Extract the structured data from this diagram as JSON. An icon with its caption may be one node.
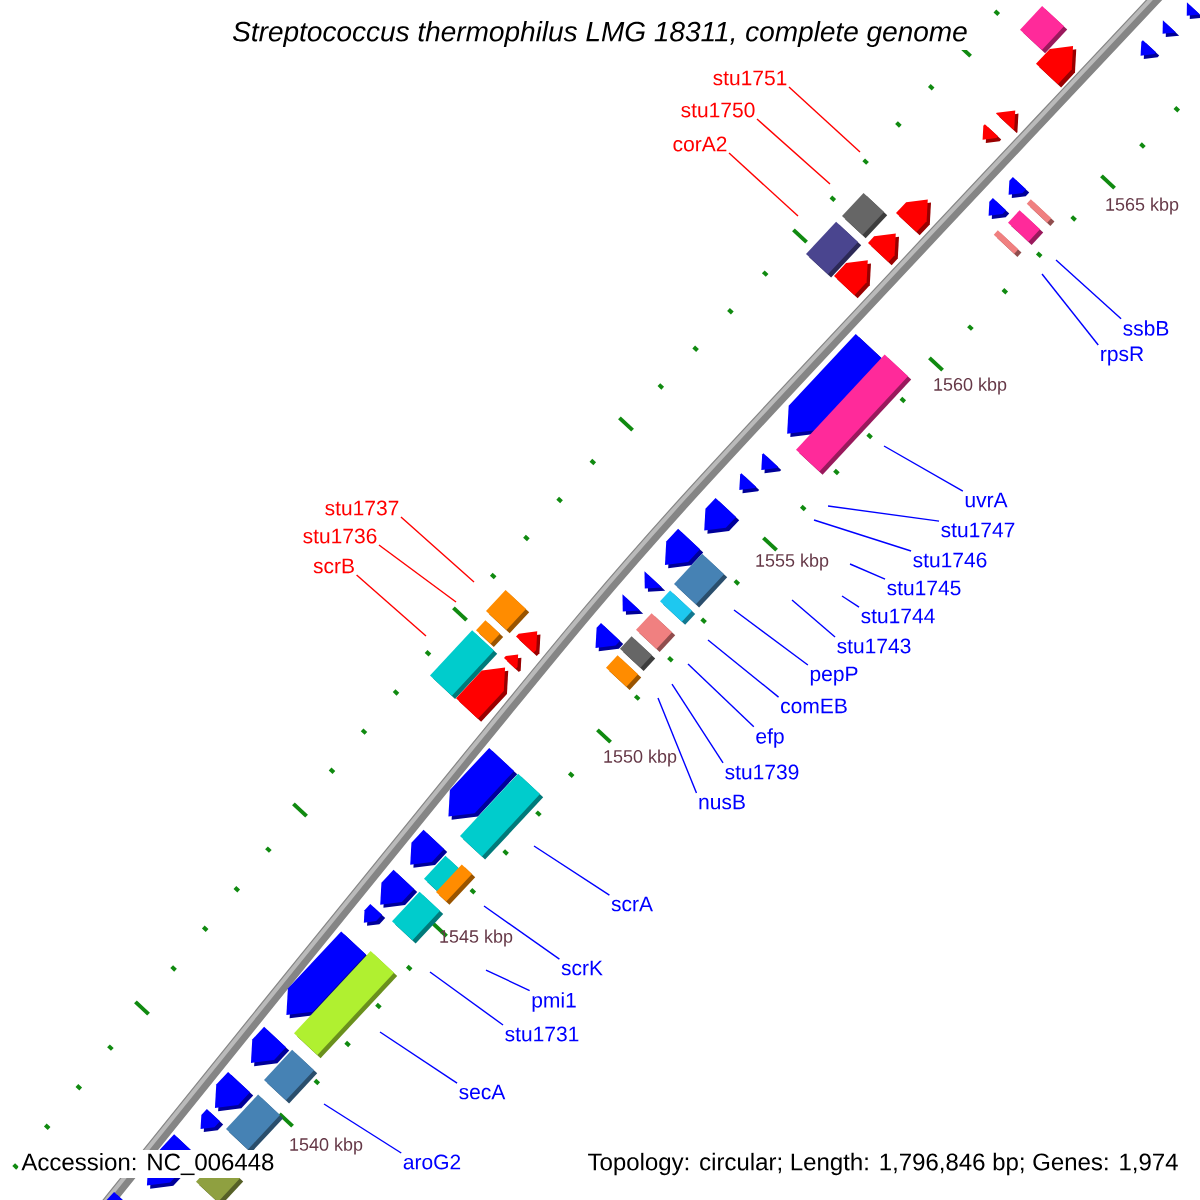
{
  "diagram": {
    "title": "Streptococcus thermophilus LMG 18311, complete genome",
    "nodes": [
      {
        "text": [
          "stu1751"
        ]
      },
      {
        "text": [
          "stu1750"
        ]
      },
      {
        "text": [
          "corA2"
        ]
      },
      {
        "text": [
          "ssbB"
        ]
      },
      {
        "text": [
          "rpsR"
        ]
      },
      {
        "text": [
          "uvrA"
        ]
      },
      {
        "text": [
          "stu1747"
        ]
      },
      {
        "text": [
          "stu1746"
        ]
      },
      {
        "text": [
          "stu1745"
        ]
      },
      {
        "text": [
          "stu1744"
        ]
      },
      {
        "text": [
          "stu1743"
        ]
      },
      {
        "text": [
          "stu1737"
        ]
      },
      {
        "text": [
          "stu1736"
        ]
      },
      {
        "text": [
          "scrB"
        ]
      },
      {
        "text": [
          "pepP"
        ]
      },
      {
        "text": [
          "comEB"
        ]
      },
      {
        "text": [
          "efp"
        ]
      },
      {
        "text": [
          "stu1739"
        ]
      },
      {
        "text": [
          "nusB"
        ]
      },
      {
        "text": [
          "scrA"
        ]
      },
      {
        "text": [
          "scrK"
        ]
      },
      {
        "text": [
          "pmi1"
        ]
      },
      {
        "text": [
          "stu1731"
        ]
      },
      {
        "text": [
          "secA"
        ]
      },
      {
        "text": [
          "aroG2"
        ]
      }
    ],
    "edges": [
      {
        "from": 0,
        "to": null,
        "arrow": "none",
        "color": "#ff0000"
      },
      {
        "from": 1,
        "to": null,
        "arrow": "none",
        "color": "#ff0000"
      },
      {
        "from": 2,
        "to": null,
        "arrow": "none",
        "color": "#ff0000"
      },
      {
        "from": 3,
        "to": null,
        "arrow": "none"
      },
      {
        "from": 4,
        "to": null,
        "arrow": "none"
      },
      {
        "from": 5,
        "to": null,
        "arrow": "none"
      },
      {
        "from": 6,
        "to": null,
        "arrow": "none"
      },
      {
        "from": 7,
        "to": null,
        "arrow": "none"
      },
      {
        "from": 8,
        "to": null,
        "arrow": "none"
      },
      {
        "from": 9,
        "to": null,
        "arrow": "none"
      },
      {
        "from": 10,
        "to": null,
        "arrow": "none"
      },
      {
        "from": 11,
        "to": null,
        "arrow": "none",
        "color": "#ff0000"
      },
      {
        "from": 12,
        "to": null,
        "arrow": "none",
        "color": "#ff0000"
      },
      {
        "from": 13,
        "to": null,
        "arrow": "none",
        "color": "#ff0000"
      },
      {
        "from": 14,
        "to": null,
        "arrow": "none"
      },
      {
        "from": 15,
        "to": null,
        "arrow": "none"
      },
      {
        "from": 16,
        "to": null,
        "arrow": "none"
      },
      {
        "from": 17,
        "to": null,
        "arrow": "none"
      },
      {
        "from": 18,
        "to": null,
        "arrow": "none"
      },
      {
        "from": 19,
        "to": null,
        "arrow": "none"
      },
      {
        "from": 20,
        "to": null,
        "arrow": "none"
      },
      {
        "from": 21,
        "to": null,
        "arrow": "none"
      },
      {
        "from": 22,
        "to": null,
        "arrow": "none"
      },
      {
        "from": 23,
        "to": null,
        "arrow": "none"
      },
      {
        "from": 24,
        "to": null,
        "arrow": "none"
      }
    ],
    "labels": [
      "1565 kbp",
      "1560 kbp",
      "1555 kbp",
      "1550 kbp",
      "1545 kbp",
      "1540 kbp",
      "Accession: NC_006448",
      "Topology: circular; Length: 1,796,846 bp; Genes: 1,974"
    ]
  }
}
